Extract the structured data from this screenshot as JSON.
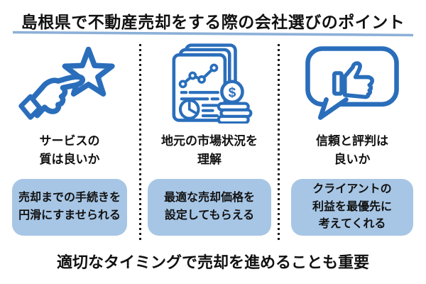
{
  "title": "島根県で不動産売却をする際の会社選びのポイント",
  "footer": "適切なタイミングで売却を進めることも重要",
  "columns": [
    {
      "icon": "hand-star-icon",
      "heading": "サービスの\n質は良いか",
      "box": "売却までの手続きを\n円滑にすませられる"
    },
    {
      "icon": "market-report-icon",
      "heading": "地元の市場状況を\n理解",
      "box": "最適な売却価格を\n設定してもらえる"
    },
    {
      "icon": "thumbs-up-bubble-icon",
      "heading": "信頼と評判は\n良いか",
      "box": "クライアントの\n利益を最優先に\n考えてくれる"
    }
  ],
  "icon_text": {
    "coin_symbol": "$"
  },
  "colors": {
    "icon_stroke": "#2A6EBB",
    "box_fill": "#A7C6E5",
    "underline": "#8CB0D8",
    "divider": "#1A1A1A",
    "text": "#111111"
  }
}
